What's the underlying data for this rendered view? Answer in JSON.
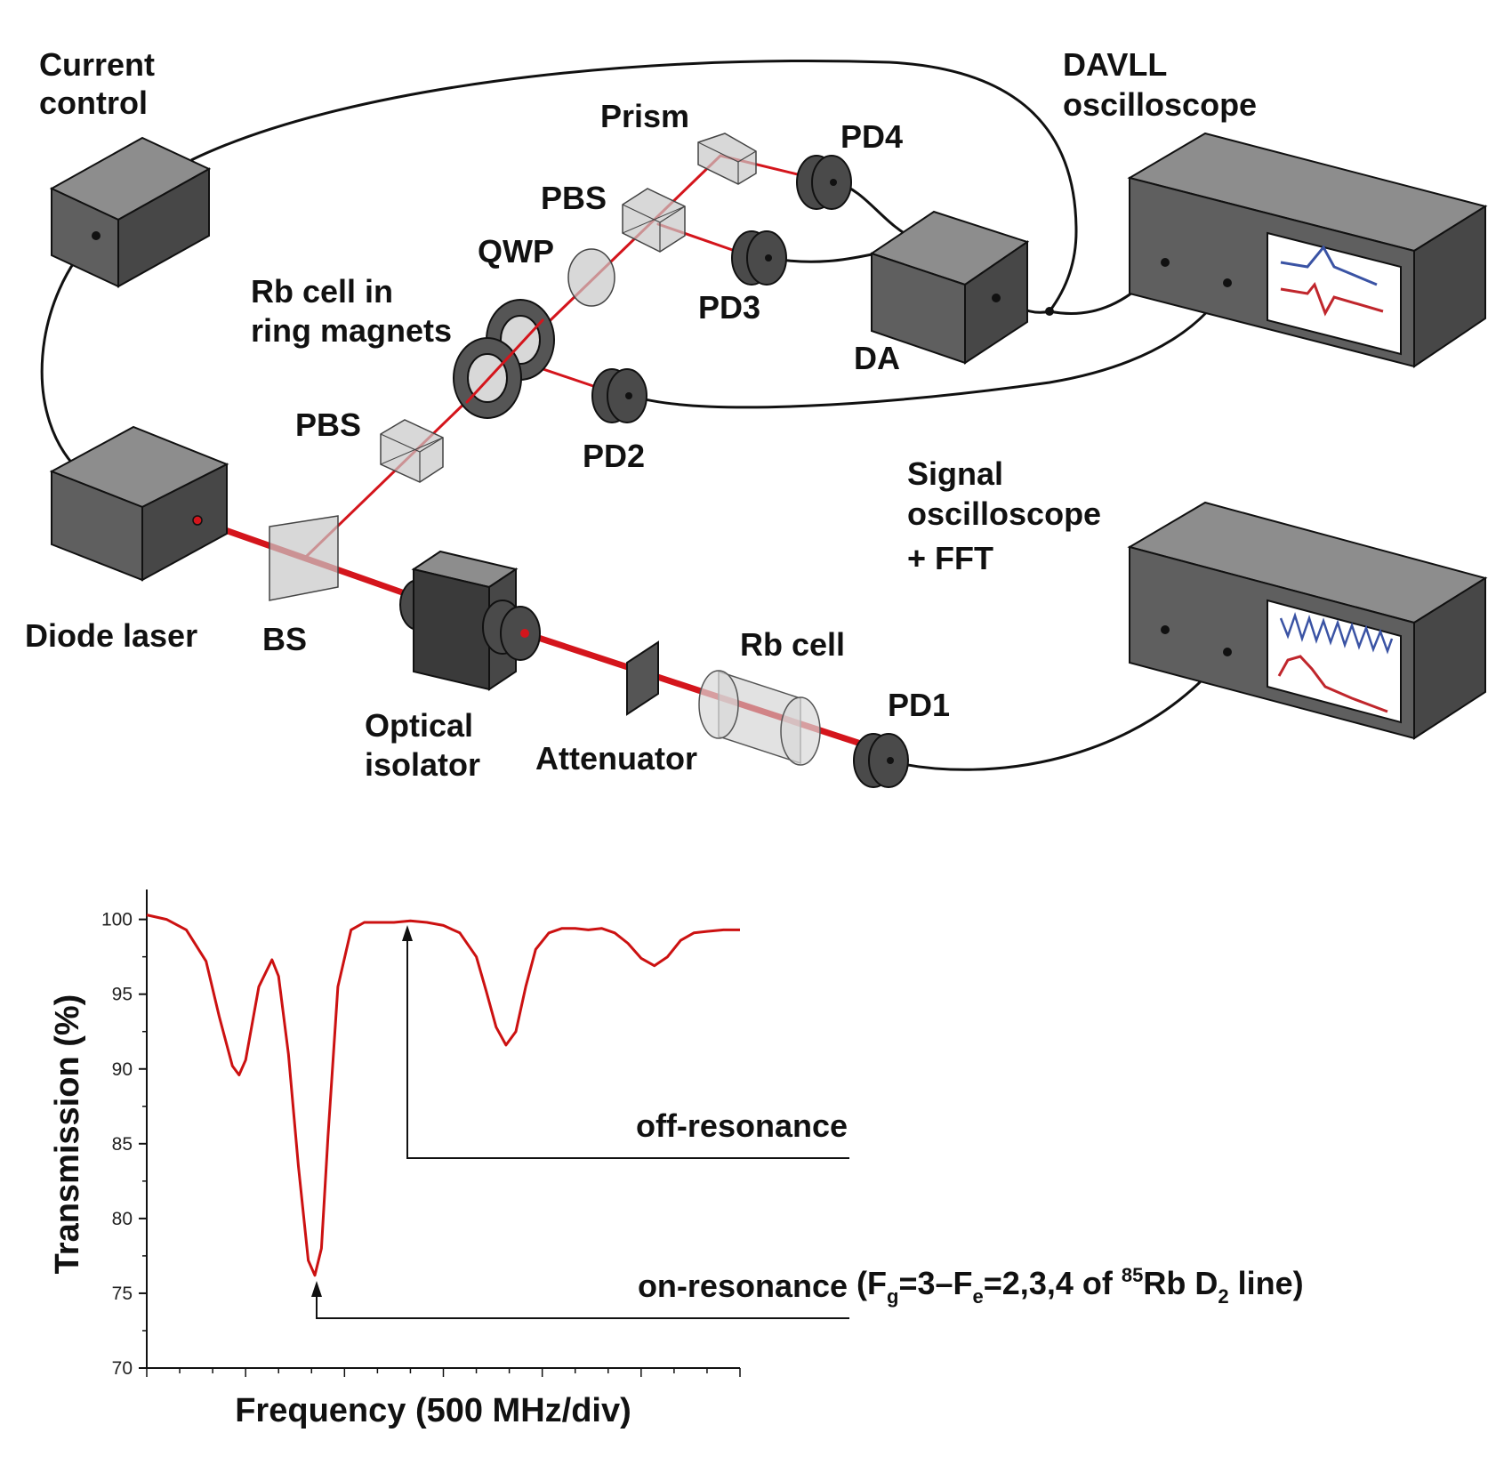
{
  "labels": {
    "current_control": [
      "Current",
      "control"
    ],
    "davll_osc": [
      "DAVLL",
      "oscilloscope"
    ],
    "prism": "Prism",
    "pd4": "PD4",
    "pbs_top": "PBS",
    "qwp": "QWP",
    "pd3": "PD3",
    "da": "DA",
    "rb_ring": [
      "Rb cell in",
      "ring magnets"
    ],
    "pbs_mid": "PBS",
    "pd2": "PD2",
    "signal_osc": [
      "Signal",
      "oscilloscope",
      "+ FFT"
    ],
    "diode_laser": "Diode laser",
    "bs": "BS",
    "optical_isolator": [
      "Optical",
      "isolator"
    ],
    "attenuator": "Attenuator",
    "rb_cell": "Rb cell",
    "pd1": "PD1"
  },
  "colors": {
    "beam": "#d4151c",
    "curve": "#cc1111",
    "screen_blue": "#3a53a4",
    "screen_red": "#c0262c"
  },
  "annotations": {
    "off_resonance": "off-resonance",
    "on_resonance_prefix": "on-resonance",
    "on_resonance_detail": {
      "open": "(F",
      "sub_g": "g",
      "mid1": "=3",
      "dash": "–",
      "F2": "F",
      "sub_e": "e",
      "mid2": "=2,3,4 of ",
      "sup": "85",
      "rb": "Rb D",
      "sub_2": "2",
      "close": " line)"
    }
  },
  "chart_data": {
    "type": "line",
    "xlabel": "Frequency (500 MHz/div)",
    "ylabel": "Transmission (%)",
    "ylim": [
      70,
      102
    ],
    "yticks": [
      70,
      75,
      80,
      85,
      90,
      95,
      100
    ],
    "x_divisions": 18,
    "series": [
      {
        "x": [
          0,
          0.6,
          1.2,
          1.8,
          2.2,
          2.6,
          2.8,
          3.0,
          3.4,
          3.8,
          4.0,
          4.3,
          4.6,
          4.9,
          5.1,
          5.3,
          5.5,
          5.8,
          6.2,
          6.6,
          7.0,
          7.5,
          8.0,
          8.5,
          9.0,
          9.5,
          10.0,
          10.3,
          10.6,
          10.9,
          11.2,
          11.5,
          11.8,
          12.2,
          12.6,
          13.0,
          13.4,
          13.8,
          14.2,
          14.6,
          15.0,
          15.4,
          15.8,
          16.2,
          16.6,
          17.0,
          17.5,
          18.0
        ],
        "y": [
          100.3,
          100.0,
          99.3,
          97.2,
          93.5,
          90.2,
          89.6,
          90.6,
          95.5,
          97.3,
          96.2,
          91.0,
          83.5,
          77.2,
          76.2,
          78.0,
          85.5,
          95.5,
          99.3,
          99.8,
          99.8,
          99.8,
          99.9,
          99.8,
          99.6,
          99.1,
          97.5,
          95.2,
          92.8,
          91.6,
          92.5,
          95.5,
          98.0,
          99.1,
          99.4,
          99.4,
          99.3,
          99.4,
          99.1,
          98.4,
          97.4,
          96.9,
          97.5,
          98.6,
          99.1,
          99.2,
          99.3,
          99.3
        ]
      }
    ]
  }
}
